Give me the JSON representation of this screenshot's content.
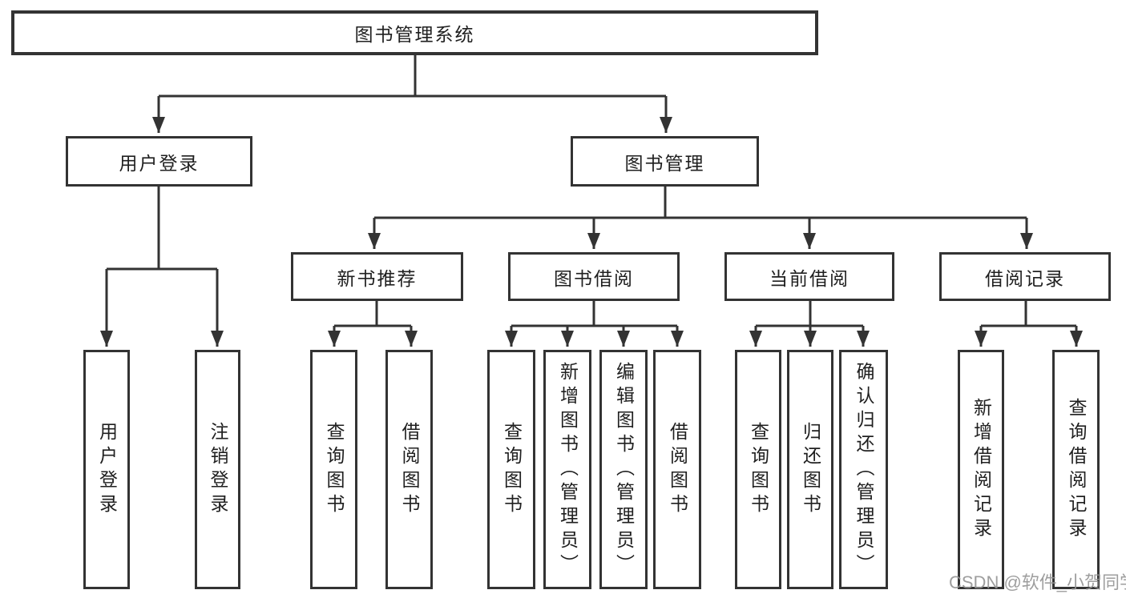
{
  "diagram": {
    "root": {
      "label": "图书管理系统"
    },
    "branches": [
      {
        "label": "用户登录",
        "children": [
          {
            "label": "用户登录"
          },
          {
            "label": "注销登录"
          }
        ]
      },
      {
        "label": "图书管理",
        "children": [
          {
            "label": "新书推荐",
            "children": [
              {
                "label": "查询图书"
              },
              {
                "label": "借阅图书"
              }
            ]
          },
          {
            "label": "图书借阅",
            "children": [
              {
                "label": "查询图书"
              },
              {
                "label": "新增图书（管理员）"
              },
              {
                "label": "编辑图书（管理员）"
              },
              {
                "label": "借阅图书"
              }
            ]
          },
          {
            "label": "当前借阅",
            "children": [
              {
                "label": "查询图书"
              },
              {
                "label": "归还图书"
              },
              {
                "label": "确认归还（管理员）"
              }
            ]
          },
          {
            "label": "借阅记录",
            "children": [
              {
                "label": "新增借阅记录"
              },
              {
                "label": "查询借阅记录"
              }
            ]
          }
        ]
      }
    ],
    "watermark": "CSDN @软件_小贺同学",
    "colors": {
      "line": "#333333",
      "box_border": "#333333",
      "text": "#1f1f1f",
      "watermark": "#949494",
      "background": "#ffffff"
    }
  }
}
